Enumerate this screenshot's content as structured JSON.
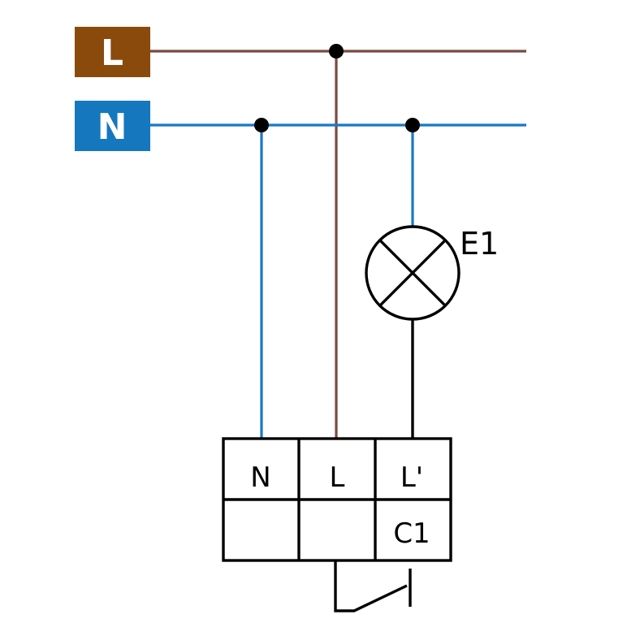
{
  "diagram": {
    "supply": {
      "live_label": "L",
      "neutral_label": "N"
    },
    "lamp": {
      "label": "E1"
    },
    "terminal_block": {
      "top_row": [
        "N",
        "L",
        "L'"
      ],
      "bottom_right": "C1"
    },
    "colors": {
      "live_box": "#8a4a0c",
      "neutral_box": "#1577bd",
      "live_wire": "#7a4a42",
      "neutral_wire": "#1777c8"
    }
  }
}
